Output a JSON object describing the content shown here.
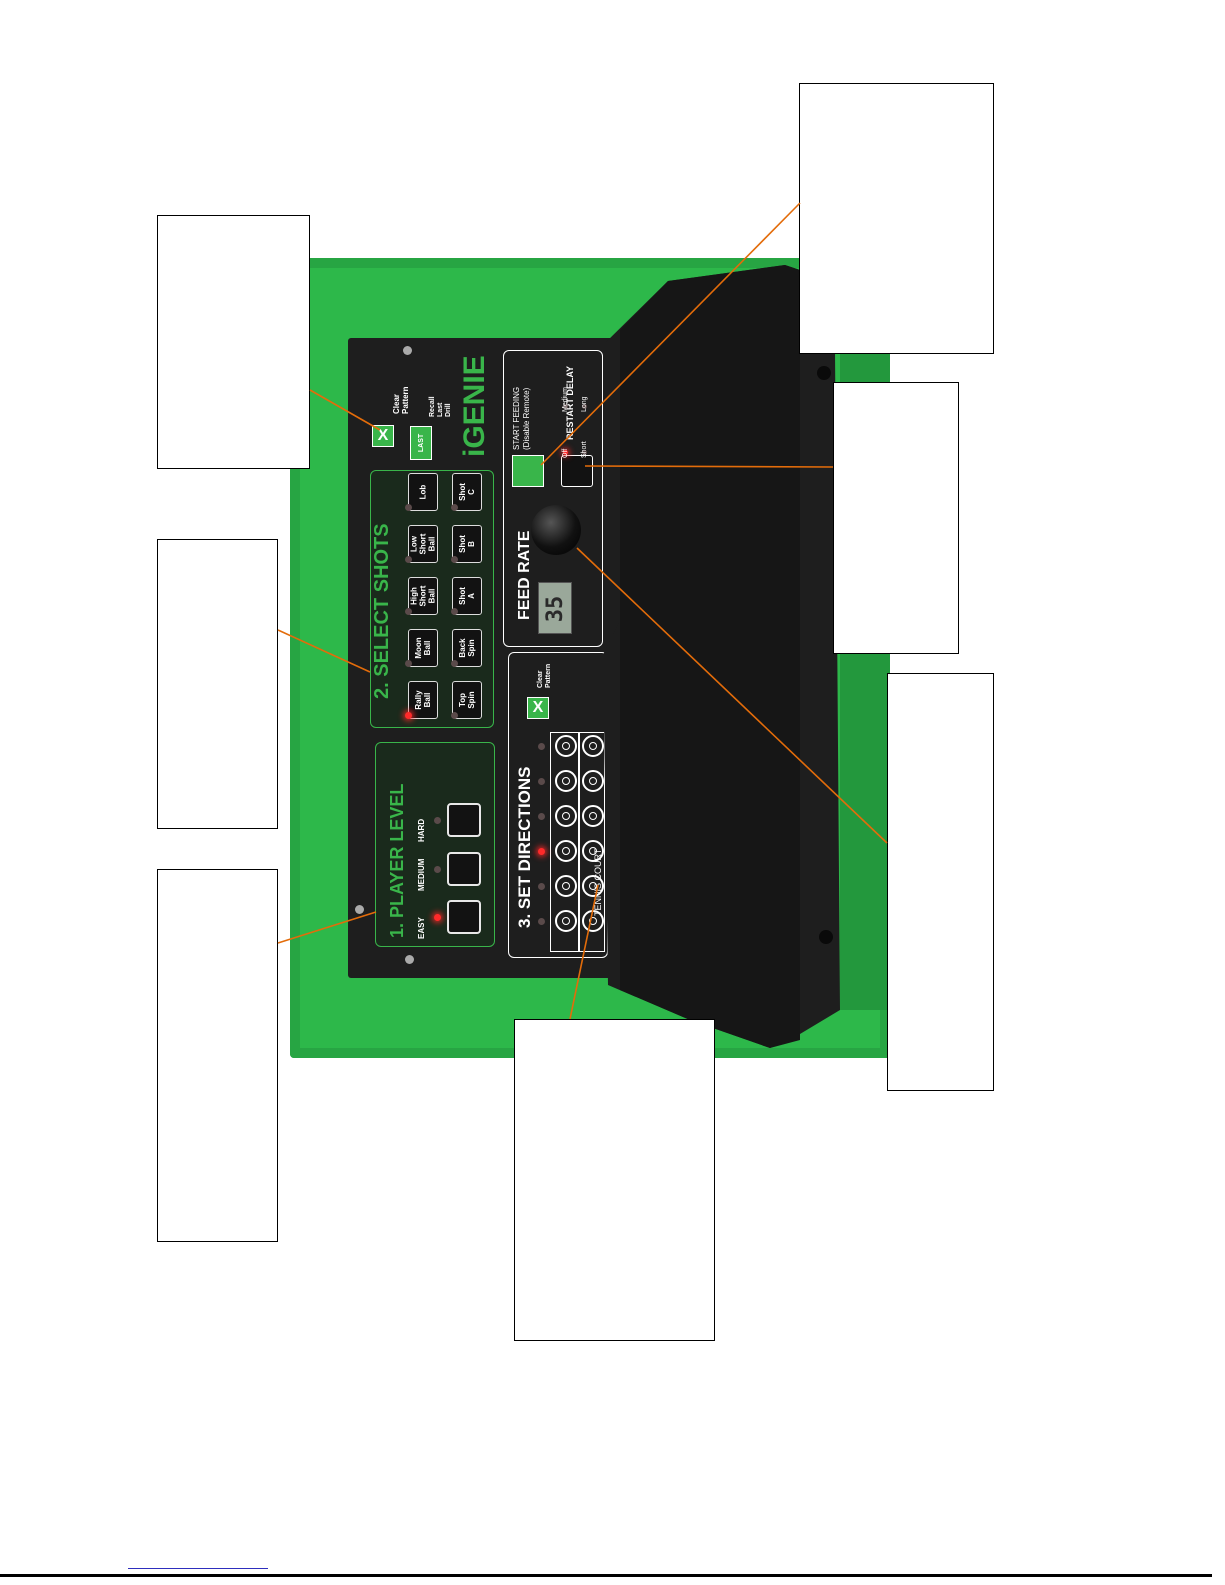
{
  "brand": "iGENIE",
  "player_level": {
    "title": "1. PLAYER LEVEL",
    "levels": [
      "EASY",
      "MEDIUM",
      "HARD"
    ],
    "active_index": 0
  },
  "select_shots": {
    "title": "2. SELECT SHOTS",
    "row_upper": [
      "Rally\nBall",
      "Moon\nBall",
      "High\nShort\nBall",
      "Low\nShort\nBall",
      "Lob"
    ],
    "row_lower": [
      "Top\nSpin",
      "Back\nSpin",
      "Shot\nA",
      "Shot\nB",
      "Shot\nC"
    ],
    "active": "Rally\nBall"
  },
  "top_controls": {
    "clear_symbol": "X",
    "clear_label": "Clear\nPattern",
    "last_button": "LAST",
    "recall_label": "Recall\nLast\nDrill"
  },
  "set_directions": {
    "title": "3. SET DIRECTIONS",
    "clear_symbol": "X",
    "clear_label": "Clear\nPattern",
    "court_label": "TENNIS COURT",
    "active_led_index": 3
  },
  "feed_rate": {
    "title": "FEED RATE",
    "display_value": "35"
  },
  "start_feeding": {
    "label": "START FEEDING\n(Disable Remote)"
  },
  "restart_delay": {
    "title": "RESTART DELAY",
    "options": [
      "Off",
      "Short",
      "Medium",
      "Long"
    ],
    "active": "Off"
  },
  "colors": {
    "housing_green": "#2db84a",
    "panel_dark": "#1c1c1c",
    "panel_green": "#39b54a",
    "led_red": "#ff2a2a",
    "leader_orange": "#e36c0a"
  }
}
